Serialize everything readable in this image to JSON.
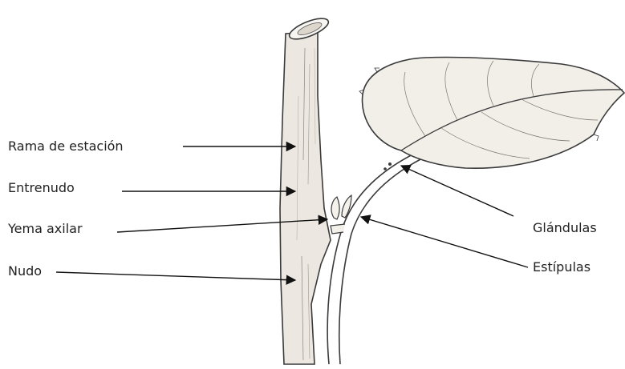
{
  "labels": {
    "rama_de_estacion": "Rama de estación",
    "entrenudo": "Entrenudo",
    "yema_axilar": "Yema axilar",
    "nudo": "Nudo",
    "glandulas": "Glándulas",
    "estipulas": "Estípulas"
  },
  "colors": {
    "ink": "#333333",
    "stem_shade": "#e9e5de",
    "leaf_shade": "#f2efea",
    "text": "#222222"
  }
}
